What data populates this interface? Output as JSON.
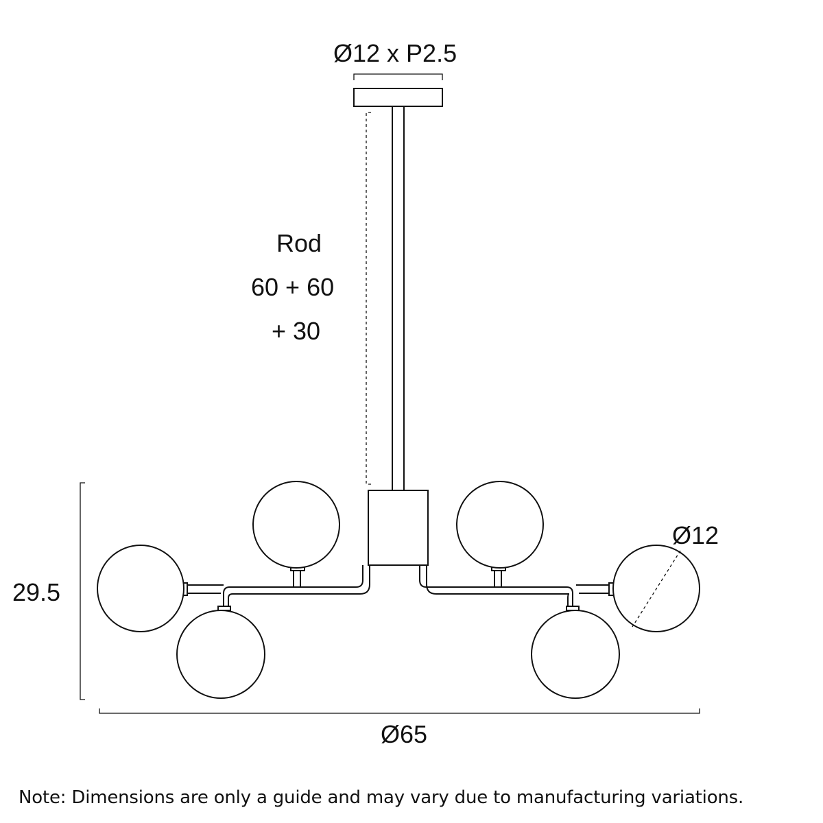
{
  "diagram": {
    "labels": {
      "canopy_thread": "Ø12 x P2.5",
      "rod_title": "Rod",
      "rod_length_line1": "60 + 60",
      "rod_length_line2": "+ 30",
      "overall_height": "29.5",
      "globe_diameter": "Ø12",
      "overall_width": "Ø65"
    },
    "note": "Note: Dimensions are only a guide and may vary due to manufacturing variations.",
    "colors": {
      "line": "#111111",
      "background": "#ffffff"
    }
  }
}
